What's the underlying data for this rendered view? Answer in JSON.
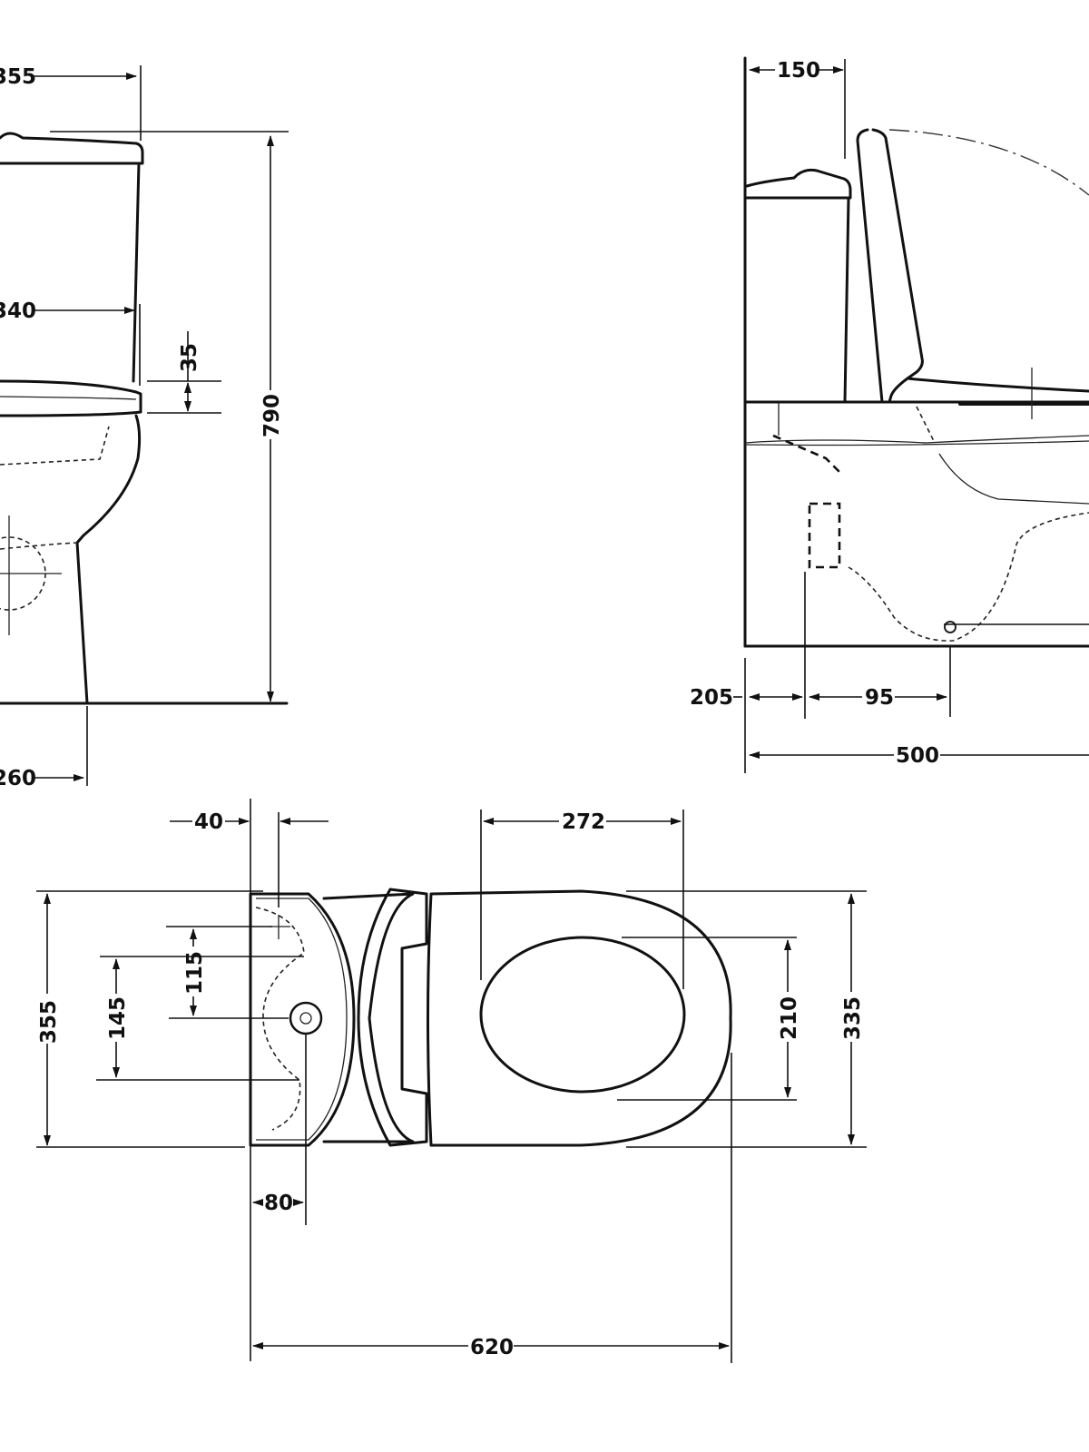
{
  "front_view": {
    "dims": {
      "tank_depth": "355",
      "tank_lower": "340",
      "seat_thickness": "35",
      "total_height": "790",
      "outlet": "260"
    }
  },
  "side_view": {
    "dims": {
      "tank_offset": "150",
      "outlet_from_wall": "205",
      "outlet_to_fix": "95",
      "projection": "500"
    }
  },
  "top_view": {
    "dims": {
      "tank_edge": "40",
      "seat_opening_length": "272",
      "inlet_a": "115",
      "inlet_b": "145",
      "overall_width": "355",
      "opening_width": "210",
      "bowl_width": "335",
      "outlet_center": "80",
      "overall_length": "620"
    }
  }
}
